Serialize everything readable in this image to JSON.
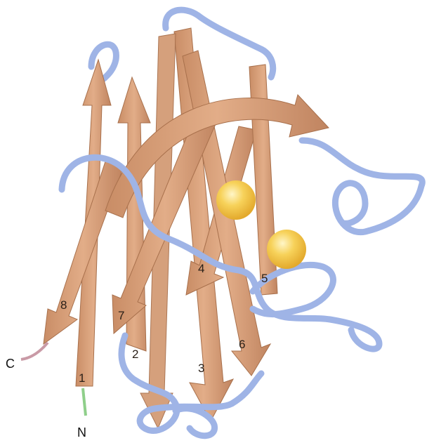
{
  "diagram": {
    "strand_labels": [
      "1",
      "2",
      "3",
      "4",
      "5",
      "6",
      "7",
      "8"
    ],
    "terminus_c": "C",
    "terminus_n": "N",
    "colors": {
      "strand_fill": "#d9a07a",
      "strand_shade": "#b87a55",
      "loop": "#9fb4e6",
      "loop_dark": "#7f95cf",
      "metal_ion": "#f3c247",
      "n_terminus": "#8fcf8a",
      "c_terminus": "#c99aa6"
    }
  }
}
